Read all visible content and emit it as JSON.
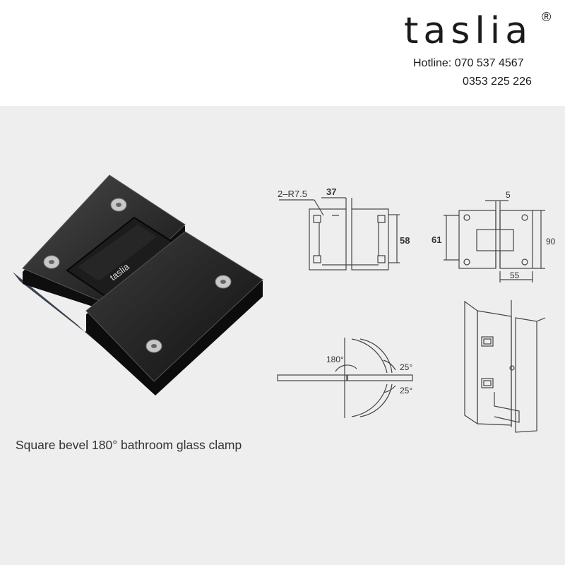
{
  "brand": {
    "name": "taslia",
    "registered_mark": "®",
    "hotline": "Hotline: 070 537 4567",
    "phone_2": "0353 225 226"
  },
  "product": {
    "caption": "Square bevel 180° bathroom glass clamp",
    "clamp_logo_text": "taslia"
  },
  "drawing_front": {
    "radius_label": "2–R7.5",
    "width_label": "37",
    "height_label": "58"
  },
  "drawing_side": {
    "gap_label": "5",
    "left_height_label": "61",
    "right_height_label": "90",
    "bottom_width_label": "55"
  },
  "drawing_rotation": {
    "angle_label": "180°",
    "upper_angle_label": "25°",
    "lower_angle_label": "25°"
  }
}
